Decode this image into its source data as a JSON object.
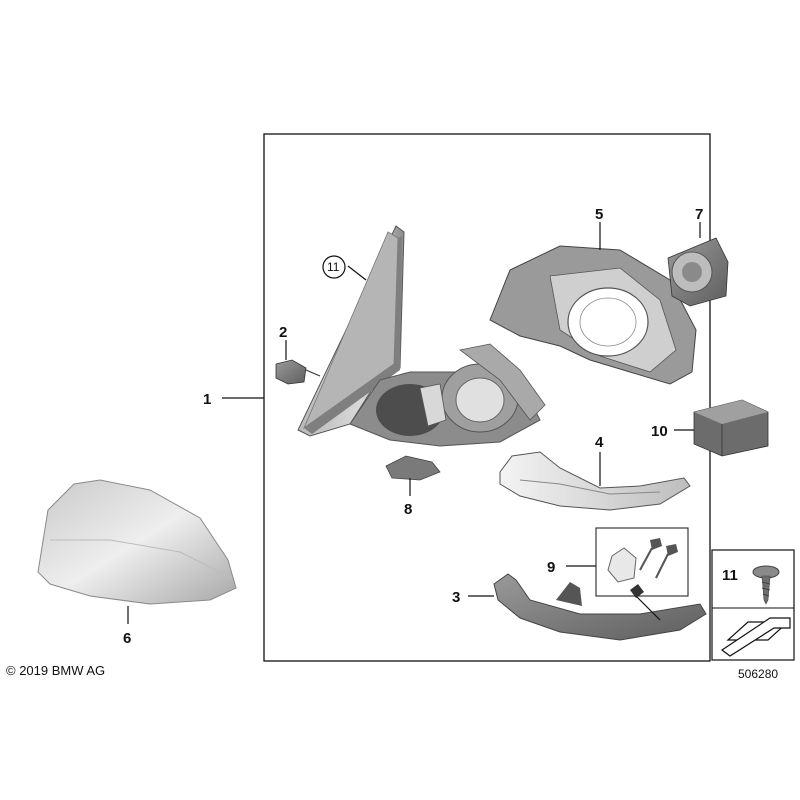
{
  "copyright": "© 2019 BMW AG",
  "diagram_id": "506280",
  "callouts": {
    "c1": "1",
    "c2": "2",
    "c3": "3",
    "c4": "4",
    "c5": "5",
    "c6": "6",
    "c7": "7",
    "c8": "8",
    "c9": "9",
    "c10": "10",
    "c11_circle": "11",
    "c11_box": "11"
  }
}
